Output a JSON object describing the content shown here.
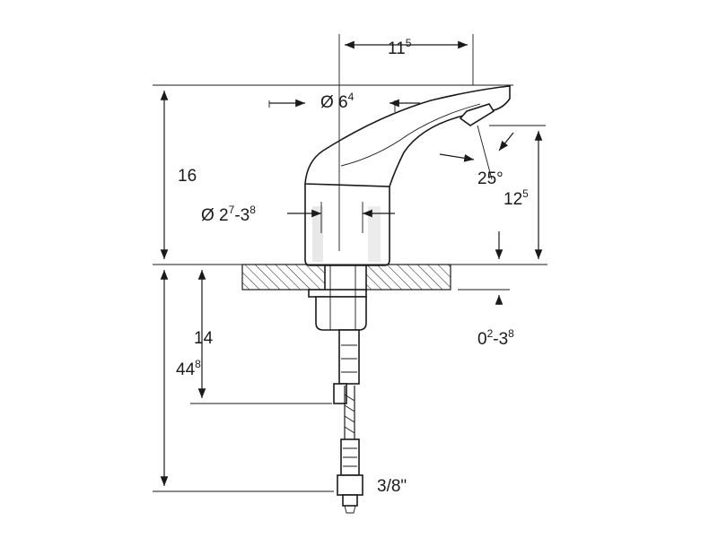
{
  "diagram": {
    "dimensions": {
      "spout_reach": {
        "main": "11",
        "sup": "5"
      },
      "spout_diameter": {
        "prefix": "Ø 6",
        "sup": "4"
      },
      "total_height": {
        "main": "16"
      },
      "outlet_height": {
        "main": "12",
        "sup": "5"
      },
      "spray_angle": {
        "main": "25°"
      },
      "hole_diameter": {
        "prefix": "Ø 2",
        "sup1": "7",
        "mid": "-3",
        "sup2": "8"
      },
      "hose_length_to_valve": {
        "main": "14"
      },
      "total_below_counter": {
        "main": "44",
        "sup": "8"
      },
      "counter_thickness": {
        "prefix": "0",
        "sup1": "2",
        "mid": "-3",
        "sup2": "8"
      },
      "connection_thread": {
        "main": "3/8\""
      }
    },
    "colors": {
      "line": "#1a1a1a",
      "background": "#ffffff",
      "body_shade": "#d9d9d9"
    }
  }
}
